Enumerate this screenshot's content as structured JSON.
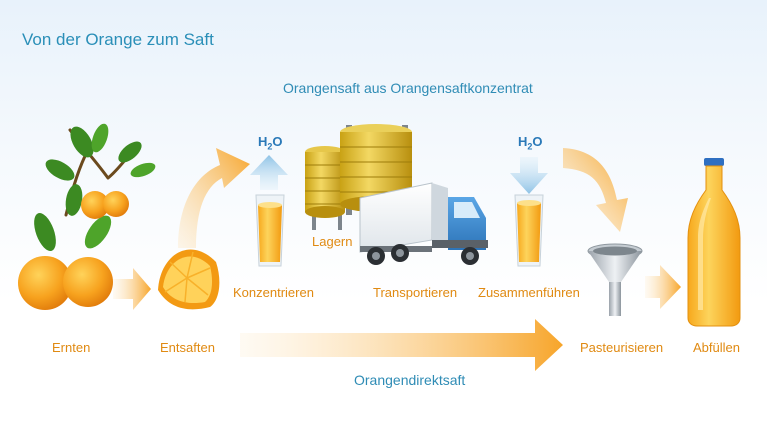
{
  "title": "Von der Orange zum Saft",
  "subtitle": "Orangensaft aus Orangensaftkonzentrat",
  "bottom_label": "Orangendirektsaft",
  "steps": {
    "ernten": "Ernten",
    "entsaften": "Entsaften",
    "konzentrieren": "Konzentrieren",
    "lagern": "Lagern",
    "transportieren": "Transportieren",
    "zusammenfuehren": "Zusammenführen",
    "pasteurisieren": "Pasteurisieren",
    "abfuellen": "Abfüllen"
  },
  "water": {
    "symbol": "H",
    "sub": "2",
    "tail": "O"
  },
  "colors": {
    "title": "#2a8fb8",
    "label_blue": "#2f8cb5",
    "label_orange": "#e08a12",
    "arrow_orange": "#f7a52a",
    "arrow_blue": "#9ccbea",
    "juice": "#f9b21c",
    "truck_cab": "#3d8fd6"
  },
  "icons": [
    "orange-branch-icon",
    "orange-slice-icon",
    "glass-icon",
    "tank-icon",
    "truck-icon",
    "funnel-icon",
    "bottle-icon",
    "arrow-icon"
  ]
}
